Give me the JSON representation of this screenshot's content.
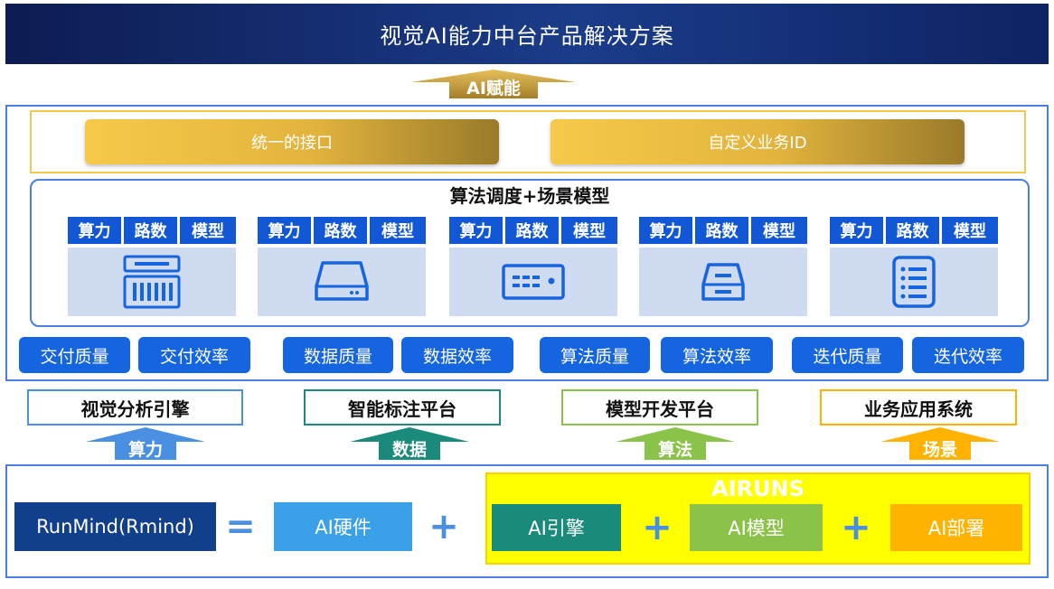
{
  "header": {
    "title": "视觉AI能力中台产品解决方案"
  },
  "top_arrow": {
    "label": "AI赋能"
  },
  "interface_row": {
    "unified_interface": "统一的接口",
    "custom_business_id": "自定义业务ID"
  },
  "scheduling": {
    "title": "算法调度+场景模型",
    "unit_tags": {
      "power": "算力",
      "paths": "路数",
      "model": "模型"
    },
    "servers": [
      "rack-server-icon",
      "disk-drive-icon",
      "network-switch-icon",
      "storage-device-icon",
      "server-cabinet-icon"
    ]
  },
  "metrics": [
    "交付质量",
    "交付效率",
    "数据质量",
    "数据效率",
    "算法质量",
    "算法效率",
    "迭代质量",
    "迭代效率"
  ],
  "platforms": [
    {
      "name": "视觉分析引擎",
      "arrow": "算力",
      "color": "#4a90e2"
    },
    {
      "name": "智能标注平台",
      "arrow": "数据",
      "color": "#1a8a7a"
    },
    {
      "name": "模型开发平台",
      "arrow": "算法",
      "color": "#8bc34a"
    },
    {
      "name": "业务应用系统",
      "arrow": "场景",
      "color": "#ffb300"
    }
  ],
  "formula": {
    "runmind": "RunMind(Rmind)",
    "equals": "=",
    "hardware": "AI硬件",
    "plus": "+",
    "airuns": "AIRUNS",
    "engine": "AI引擎",
    "model": "AI模型",
    "deploy": "AI部署"
  },
  "colors": {
    "header_bg": "#0d1c52",
    "accent_blue": "#1565e0",
    "gold": "#e2b43d",
    "runmind_bg": "#123f8c",
    "hardware_bg": "#3aa0e8",
    "engine_bg": "#1a8a7a",
    "model_bg": "#8bc34a",
    "deploy_bg": "#ffb300",
    "airuns_bg": "#ffff00"
  }
}
